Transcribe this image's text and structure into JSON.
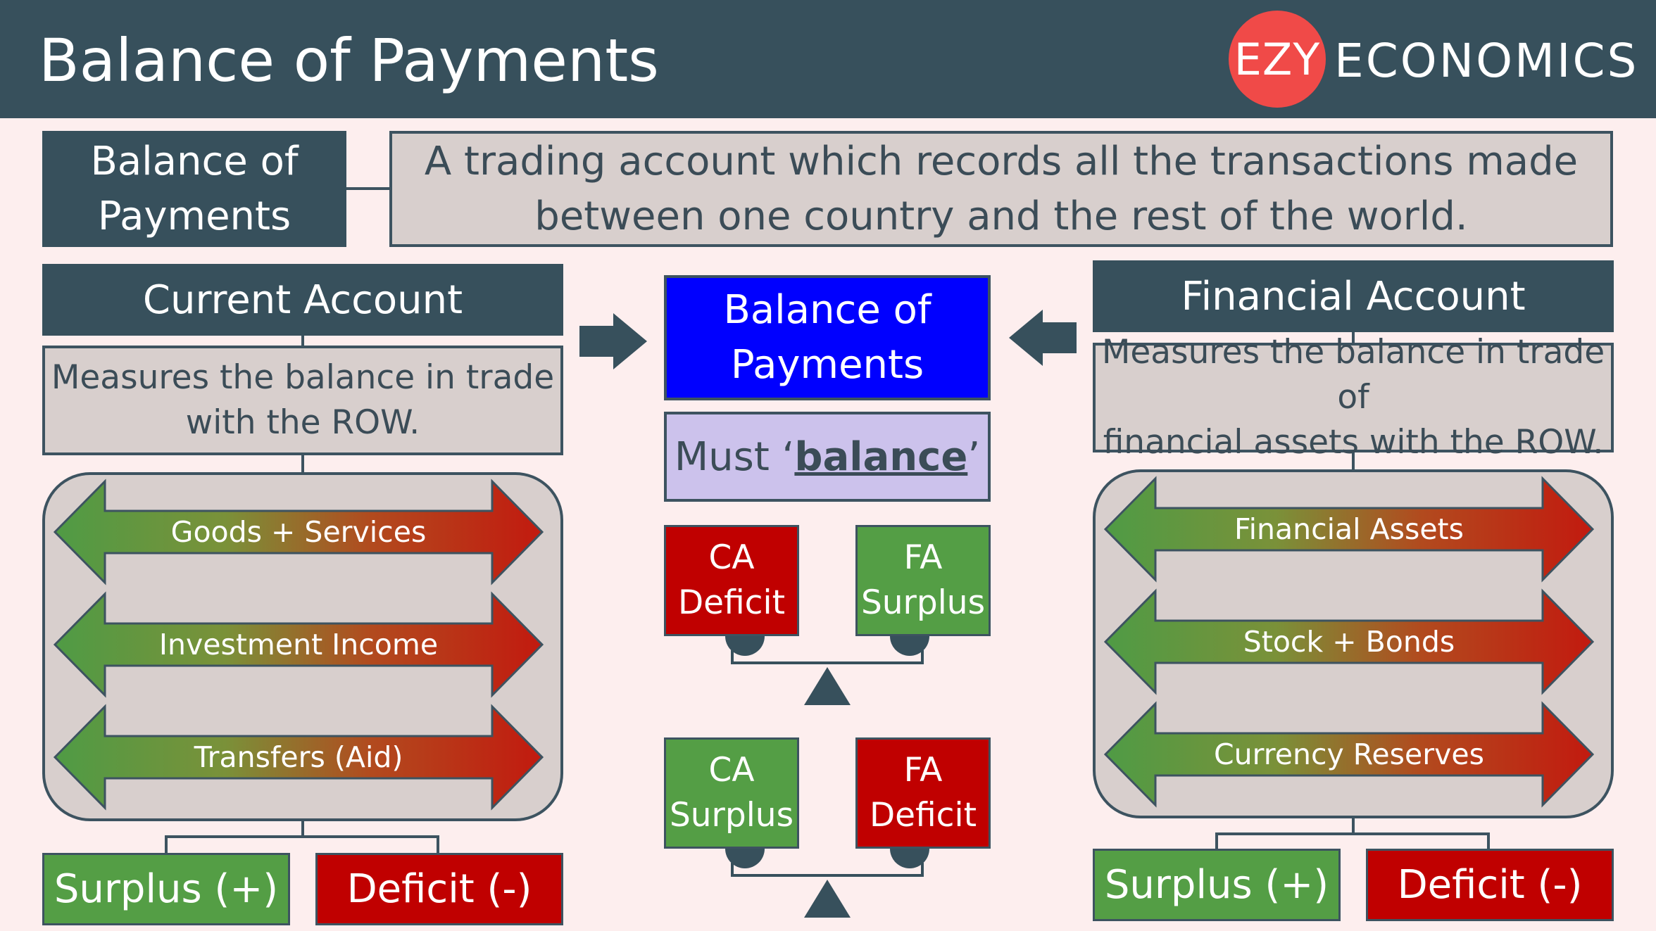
{
  "header": {
    "title": "Balance of Payments",
    "logo_ezy": "EZY",
    "logo_economics": "ECONOMICS"
  },
  "definition": {
    "term_line1": "Balance of",
    "term_line2": "Payments",
    "text_line1": "A trading account which records all the transactions made",
    "text_line2": "between one country and the rest of the world."
  },
  "current_account": {
    "title": "Current Account",
    "desc_line1": "Measures the balance in trade",
    "desc_line2": "with the ROW.",
    "items": [
      "Goods + Services",
      "Investment Income",
      "Transfers (Aid)"
    ],
    "surplus": "Surplus (+)",
    "deficit": "Deficit (-)"
  },
  "financial_account": {
    "title": "Financial Account",
    "desc_line1": "Measures the balance in trade of",
    "desc_line2": "financial assets with the ROW.",
    "items": [
      "Financial Assets",
      "Stock + Bonds",
      "Currency Reserves"
    ],
    "surplus": "Surplus (+)",
    "deficit": "Deficit (-)"
  },
  "center": {
    "bop_line1": "Balance of",
    "bop_line2": "Payments",
    "must_prefix": "Must ‘",
    "must_word": "balance",
    "must_suffix": "’",
    "scale1": {
      "left_line1": "CA",
      "left_line2": "Deficit",
      "right_line1": "FA",
      "right_line2": "Surplus"
    },
    "scale2": {
      "left_line1": "CA",
      "left_line2": "Surplus",
      "right_line1": "FA",
      "right_line2": "Deficit"
    }
  },
  "colors": {
    "header": "#37505c",
    "background": "#fdeeee",
    "logo_red": "#f04a48",
    "green": "#549e45",
    "red": "#c00000",
    "blue": "#0000ff",
    "lavender": "#ccc2ec",
    "grey_box": "#d8cfcd"
  }
}
